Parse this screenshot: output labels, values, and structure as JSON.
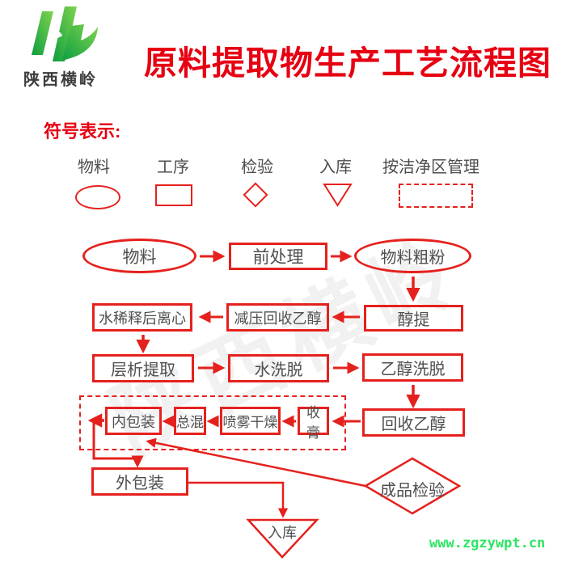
{
  "colors": {
    "title_red": "#e60012",
    "shape_red": "#e5211d",
    "text_gray": "#4f4f4f",
    "logo_green_dark": "#0d9e40",
    "logo_green_light": "#7fd34e",
    "watermark_green": "#2de563"
  },
  "header": {
    "logo_text": "陕西横岭",
    "title": "原料提取物生产工艺流程图"
  },
  "legend": {
    "heading": "符号表示:",
    "items": [
      {
        "label": "物料",
        "shape": "ellipse"
      },
      {
        "label": "工序",
        "shape": "rect"
      },
      {
        "label": "检验",
        "shape": "diamond"
      },
      {
        "label": "入库",
        "shape": "triangle"
      },
      {
        "label": "按洁净区管理",
        "shape": "dashed-rect"
      }
    ]
  },
  "flowchart": {
    "nodes": [
      {
        "id": "wuliao",
        "label": "物料",
        "shape": "ellipse"
      },
      {
        "id": "qianchuli",
        "label": "前处理",
        "shape": "rect"
      },
      {
        "id": "wuliaocufen",
        "label": "物料粗粉",
        "shape": "ellipse"
      },
      {
        "id": "chunti",
        "label": "醇提",
        "shape": "rect"
      },
      {
        "id": "jianya",
        "label": "减压回收乙醇",
        "shape": "rect"
      },
      {
        "id": "shuixishi",
        "label": "水稀释后离心",
        "shape": "rect"
      },
      {
        "id": "cengxi",
        "label": "层析提取",
        "shape": "rect"
      },
      {
        "id": "shuixituo",
        "label": "水洗脱",
        "shape": "rect"
      },
      {
        "id": "yichunxituo",
        "label": "乙醇洗脱",
        "shape": "rect"
      },
      {
        "id": "huishou",
        "label": "回收乙醇",
        "shape": "rect"
      },
      {
        "id": "shougao",
        "label": "收膏",
        "shape": "rect"
      },
      {
        "id": "penwu",
        "label": "喷雾干燥",
        "shape": "rect"
      },
      {
        "id": "zonghun",
        "label": "总混",
        "shape": "rect"
      },
      {
        "id": "neibaozhuang",
        "label": "内包装",
        "shape": "rect"
      },
      {
        "id": "waibaozhuang",
        "label": "外包装",
        "shape": "rect"
      },
      {
        "id": "chengpin",
        "label": "成品检验",
        "shape": "diamond"
      },
      {
        "id": "ruku",
        "label": "入库",
        "shape": "triangle"
      }
    ],
    "edges": [
      [
        "物料",
        "前处理"
      ],
      [
        "前处理",
        "物料粗粉"
      ],
      [
        "物料粗粉",
        "醇提"
      ],
      [
        "醇提",
        "减压回收乙醇"
      ],
      [
        "减压回收乙醇",
        "水稀释后离心"
      ],
      [
        "水稀释后离心",
        "层析提取"
      ],
      [
        "层析提取",
        "水洗脱"
      ],
      [
        "水洗脱",
        "乙醇洗脱"
      ],
      [
        "乙醇洗脱",
        "回收乙醇"
      ],
      [
        "回收乙醇",
        "收膏"
      ],
      [
        "收膏",
        "喷雾干燥"
      ],
      [
        "喷雾干燥",
        "总混"
      ],
      [
        "总混",
        "内包装"
      ],
      [
        "内包装",
        "外包装"
      ],
      [
        "外包装",
        "入库"
      ],
      [
        "成品检验",
        "内包装"
      ]
    ]
  },
  "watermarks": {
    "diagonal": "陕西横岭",
    "site": "www.zgzywpt.cn"
  }
}
